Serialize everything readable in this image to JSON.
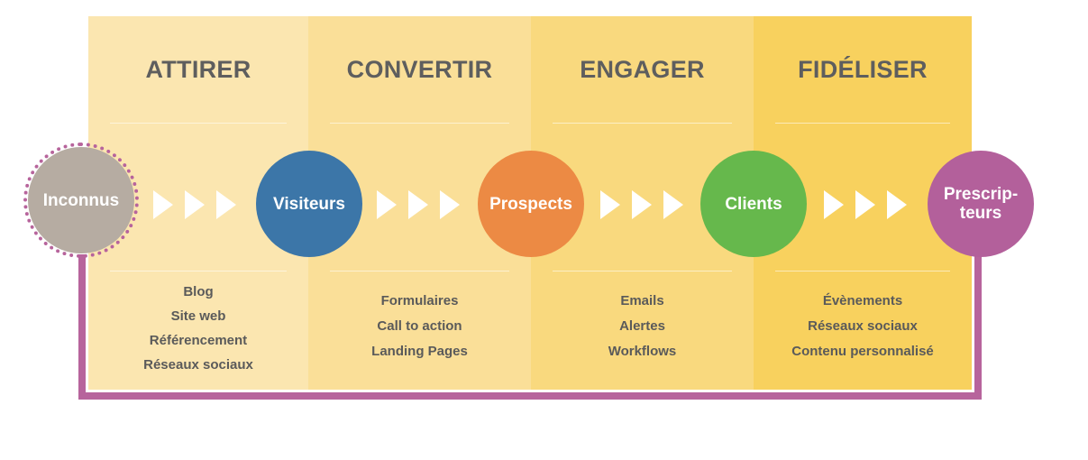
{
  "stages": [
    {
      "title": "ATTIRER",
      "items": [
        "Blog",
        "Site web",
        "Référencement",
        "Réseaux sociaux"
      ],
      "color": "#fbe6b0"
    },
    {
      "title": "CONVERTIR",
      "items": [
        "Formulaires",
        "Call to action",
        "Landing Pages"
      ],
      "color": "#fadf98"
    },
    {
      "title": "ENGAGER",
      "items": [
        "Emails",
        "Alertes",
        "Workflows"
      ],
      "color": "#f9d97e"
    },
    {
      "title": "FIDÉLISER",
      "items": [
        "Évènements",
        "Réseaux sociaux",
        "Contenu personnalisé"
      ],
      "color": "#f8d15e"
    }
  ],
  "nodes": [
    {
      "label": "Inconnus",
      "color": "#b6aca2"
    },
    {
      "label": "Visiteurs",
      "color": "#3c76a8"
    },
    {
      "label": "Prospects",
      "color": "#ec8a44"
    },
    {
      "label": "Clients",
      "color": "#66b84c"
    },
    {
      "label": "Prescrip-\nteurs",
      "color": "#b3609b"
    }
  ],
  "colors": {
    "bracket": "#b7649c",
    "title_text": "#5e5e5e",
    "list_text": "#5a5a5a"
  }
}
